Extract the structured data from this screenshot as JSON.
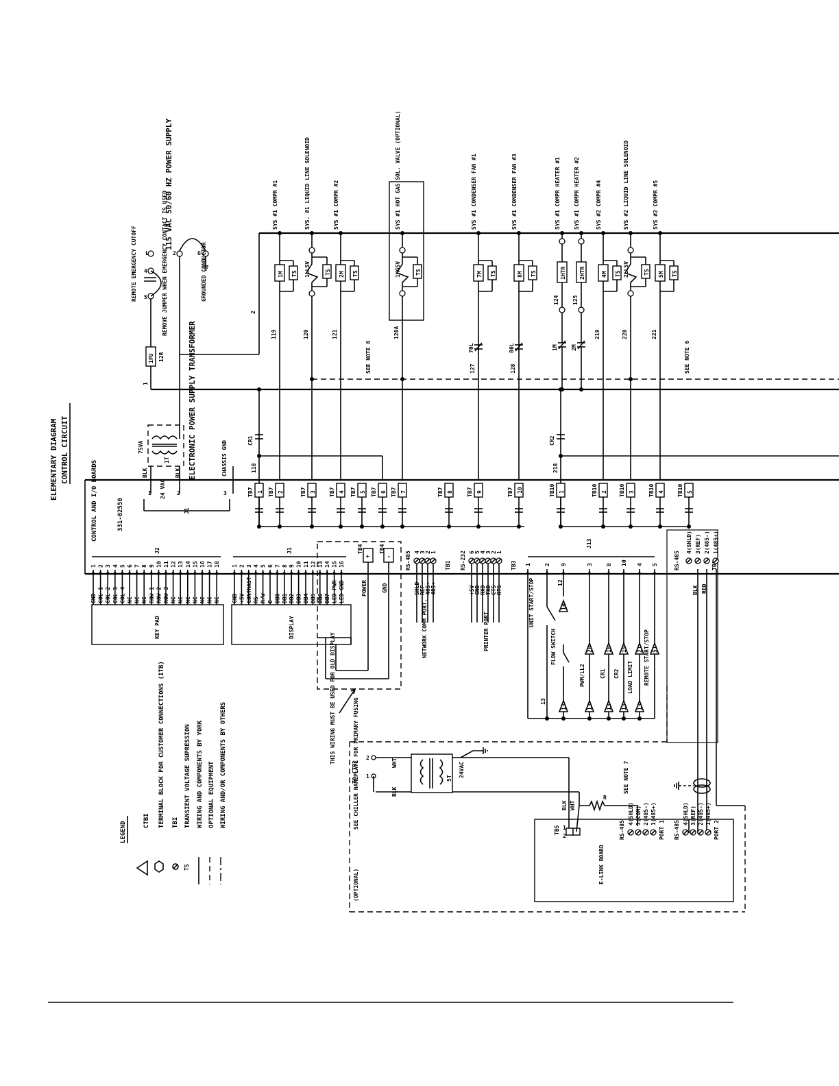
{
  "title": {
    "line1": "ELEMENTARY DIAGRAM",
    "line2": "CONTROL CIRCUIT"
  },
  "power_supply": {
    "label": "115 VAC 50/60 HZ POWER SUPPLY",
    "terminals": [
      "L",
      "2",
      "G"
    ]
  },
  "remote_cutoff": {
    "label": "REMOTE EMERGENCY CUTOFF",
    "note": "REMOVE JUMPER WHEN EMERGENCY CONTACT IS USED",
    "terminals": [
      "4",
      "5"
    ]
  },
  "grounded_conductor": "GROUNDED CONDUCTOR",
  "fuse": {
    "label": "1FU",
    "wire": "12R"
  },
  "transformer": {
    "label": "ELECTRONIC POWER SUPPLY TRANSFORMER",
    "va": "75VA",
    "name": "1T",
    "blk": "BLK",
    "vac": "24 VAC",
    "pins": [
      "1",
      "2",
      "3"
    ],
    "connector": "J1"
  },
  "chassis_gnd": "CHASSIS GND",
  "boards": {
    "label": "CONTROL AND I/O BOARDS",
    "part": "331-02550"
  },
  "wires": {
    "w1": "1",
    "w2": "2",
    "cr1": "CR1",
    "cr2": "CR2",
    "w118": "118",
    "w218": "218",
    "see_note_6": "SEE NOTE 6"
  },
  "loads": [
    {
      "id": "sys1-compr1",
      "label": "SYS #1 COMPR #1",
      "device": "1M",
      "wire": "119",
      "contact": "",
      "tb": "TB7",
      "pin": "2"
    },
    {
      "id": "sys1-llsv",
      "label": "SYS. #1 LIQUID LINE SOLENOID",
      "device": "1LLSV",
      "wire": "120",
      "contact": "",
      "tb": "TB7",
      "pin": "3"
    },
    {
      "id": "sys1-compr2",
      "label": "SYS #1 COMPR #2",
      "device": "2M",
      "wire": "121",
      "contact": "",
      "tb": "TB7",
      "pin": "4"
    },
    {
      "id": "sys1-hgsv",
      "label": "SYS #1 HOT GAS SOL. VALVE (OPTIONAL)",
      "device": "1HGSV",
      "wire": "120A",
      "contact": "",
      "tb": "TB7",
      "pin": "7"
    },
    {
      "id": "sys1-fan1",
      "label": "SYS #1 CONDENSER FAN #1",
      "device": "7M",
      "wire": "127",
      "contact": "70L",
      "tb": "TB7",
      "pin": "9"
    },
    {
      "id": "sys1-fan3",
      "label": "SYS #1 CONDENSER FAN #3",
      "device": "8M",
      "wire": "128",
      "contact": "80L",
      "tb": "TB7",
      "pin": "10"
    },
    {
      "id": "sys1-htr1",
      "label": "SYS #1 COMPR HEATER #1",
      "device": "1HTR",
      "wire": "124",
      "contact": "1M",
      "tb": "",
      "pin": ""
    },
    {
      "id": "sys1-htr2",
      "label": "SYS #1 COMPR HEATER #2",
      "device": "2HTR",
      "wire": "125",
      "contact": "2M",
      "tb": "",
      "pin": ""
    },
    {
      "id": "sys2-compr4",
      "label": "SYS #2 COMPR #4",
      "device": "4M",
      "wire": "219",
      "contact": "",
      "tb": "TB10",
      "pin": "2"
    },
    {
      "id": "sys2-llsv",
      "label": "SYS #2 LIQUID LINE SOLENOID",
      "device": "2LLSV",
      "wire": "220",
      "contact": "",
      "tb": "TB10",
      "pin": "3"
    },
    {
      "id": "sys2-compr5",
      "label": "SYS #2 COMPR #5",
      "device": "5M",
      "wire": "221",
      "contact": "",
      "tb": "TB10",
      "pin": "4"
    }
  ],
  "ts": "TS",
  "tb_extra": [
    {
      "tb": "TB7",
      "pin": "1"
    },
    {
      "tb": "TB7",
      "pin": "5"
    },
    {
      "tb": "TB7",
      "pin": "6"
    },
    {
      "tb": "TB7",
      "pin": "8"
    },
    {
      "tb": "TB10",
      "pin": "1"
    },
    {
      "tb": "TB10",
      "pin": "5"
    }
  ],
  "keypad": {
    "connector": "J2",
    "label": "KEY PAD",
    "pins": [
      "1",
      "2",
      "3",
      "4",
      "5",
      "6",
      "7",
      "8",
      "9",
      "10",
      "11",
      "12",
      "13",
      "14",
      "15",
      "16",
      "17",
      "18"
    ],
    "signals": [
      "GND",
      "COL 1",
      "COL 2",
      "COL 3",
      "COL 4",
      "NC",
      "NC",
      "NC",
      "ROW 1",
      "ROW 2",
      "ROW 3",
      "NC",
      "NC",
      "NC",
      "NC",
      "NC",
      "NC",
      "NC"
    ]
  },
  "display": {
    "connector": "J1",
    "label": "DISPLAY",
    "pins": [
      "1",
      "2",
      "3",
      "4",
      "5",
      "6",
      "7",
      "8",
      "9",
      "10",
      "11",
      "12",
      "13",
      "14",
      "15",
      "16"
    ],
    "signals": [
      "GND",
      "+5V",
      "CONTRAST",
      "RS",
      "R/W",
      "E",
      "DB0",
      "DB1",
      "DB2",
      "DB3",
      "DB4",
      "DB5",
      "DB6",
      "DB7",
      "LED PWR",
      "LED GND"
    ]
  },
  "tb4": {
    "label": "TB4",
    "pins": [
      "+",
      "-"
    ],
    "power": "POWER",
    "gnd": "GND"
  },
  "network": {
    "title": "RS-485",
    "tb": "TB1",
    "pins": [
      "4",
      "3",
      "2",
      "1"
    ],
    "signals": [
      "SHLD",
      "REF",
      "485-",
      "485+"
    ],
    "label": "NETWORK COMM PORT."
  },
  "printer": {
    "title": "RS-232",
    "tb": "TB3",
    "pins": [
      "6",
      "5",
      "4",
      "3",
      "2",
      "1"
    ],
    "signals": [
      "+5V",
      "GND",
      "RXD",
      "TXD",
      "CTS",
      "RTS"
    ],
    "label": "PRINTER PORT"
  },
  "j13": {
    "connector": "J13",
    "pins": [
      "1",
      "2",
      "9",
      "3",
      "8",
      "10",
      "4",
      "5"
    ],
    "start_stop": "UNIT START/STOP",
    "flow_switch": "FLOW SWITCH",
    "pwm": "PWM/LL2",
    "cr1": "CR1",
    "cr2": "CR2",
    "load_limit": "LOAD LIMIT",
    "remote": "REMOTE START/STOP",
    "w12": "12",
    "w13": "13",
    "triangles": [
      "14",
      "20",
      "18",
      "19",
      "21",
      "51"
    ],
    "bottom_triangles": [
      "13",
      "13",
      "13",
      "13",
      "13"
    ]
  },
  "rs485_tb1": {
    "title": "RS-485",
    "tb": "TB1",
    "pins": [
      "4(SHLD)",
      "3(REF)",
      "2(485-)",
      "1(485+)"
    ],
    "blk": "BLK",
    "red": "RED"
  },
  "note_old_display": "THIS WIRING MUST BE USED FOR OLD DISPLAY",
  "optional_note": "(OPTIONAL)",
  "fusing_note": "SEE CHILLER NAMEPLATE FOR PRIMARY FUSING",
  "ctb2": {
    "to": "TO CTB2",
    "pins": [
      "2",
      "1"
    ],
    "wht": "WHT",
    "blk": "BLK",
    "st": "5T",
    "vac": "24VAC"
  },
  "elink": {
    "label": "E-LINK BOARD",
    "tb5": "TB5",
    "tb5_pins": [
      "1",
      "2"
    ],
    "blk": "BLK",
    "wht": "WHT",
    "r": "R",
    "see_note_7": "SEE NOTE 7",
    "port1": {
      "title": "RS-485",
      "pins": [
        "4(SHLD)",
        "3(COM)",
        "2(485-)",
        "1(485+)"
      ],
      "label": "PORT 1"
    },
    "port2": {
      "title": "RS-485",
      "pins": [
        "4(SHLD)",
        "3(REF)",
        "2(485-)",
        "1(485+)"
      ],
      "label": "PORT 2"
    }
  },
  "legend": {
    "title": "LEGEND",
    "items": [
      {
        "symbol": "triangle",
        "text": "CTBI"
      },
      {
        "symbol": "hexagon",
        "text": "TERMINAL BLOCK FOR CUSTOMER CONNECTIONS (ITB)"
      },
      {
        "symbol": "circle",
        "text": "TBI"
      },
      {
        "symbol": "TS",
        "text": "TRANSIENT VOLTAGE SUPRESSION"
      },
      {
        "symbol": "solid",
        "text": "WIRING AND COMPONENTS BY YORK"
      },
      {
        "symbol": "dash",
        "text": "OPTIONAL EQUIPMENT"
      },
      {
        "symbol": "dashdot",
        "text": "WIRING AND/OR COMPONENTS BY OTHERS"
      }
    ]
  }
}
